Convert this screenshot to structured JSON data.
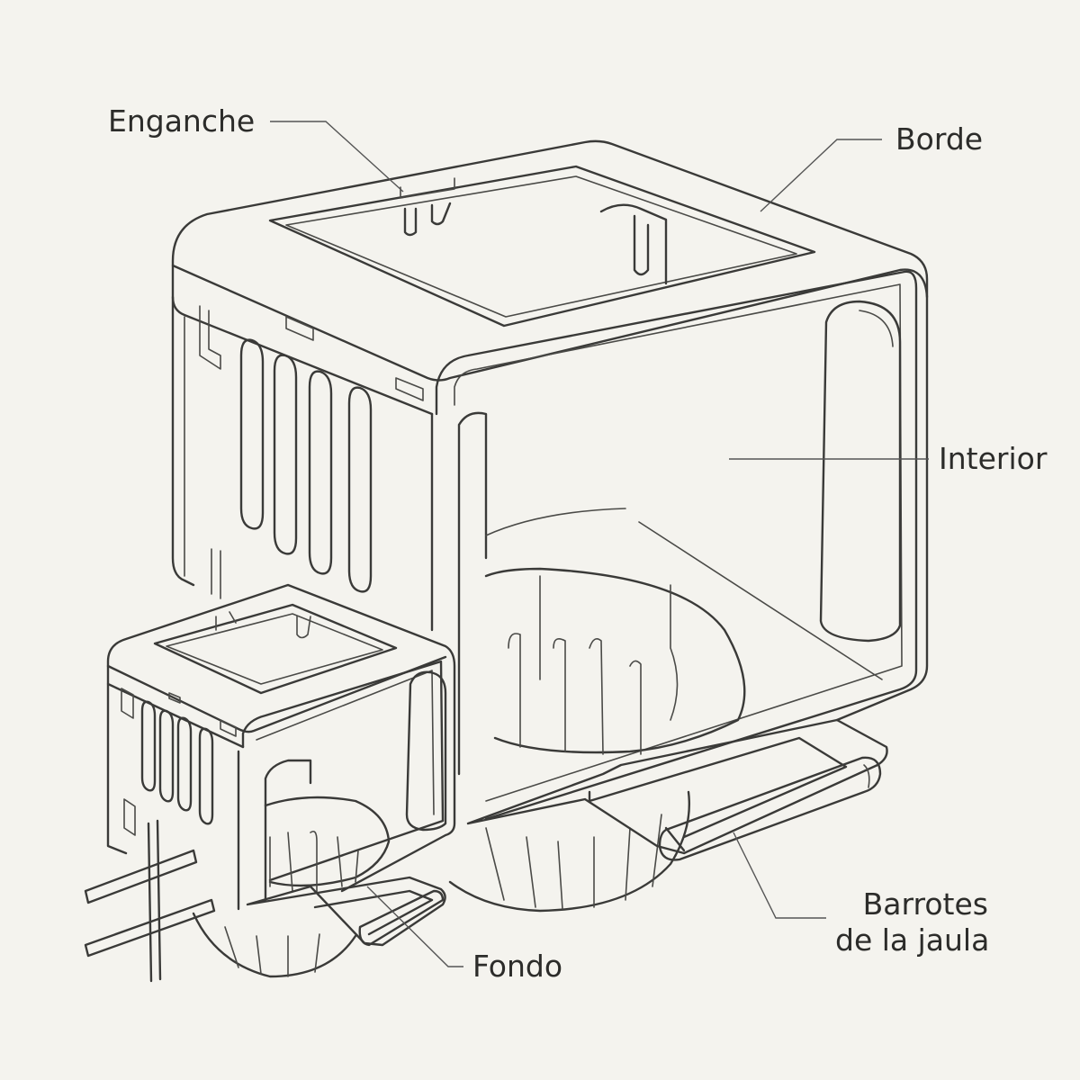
{
  "labels": {
    "hook": "Enganche",
    "rim": "Borde",
    "interior": "Interior",
    "bars_line1": "Barrotes",
    "bars_line2": "de la jaula",
    "bottom": "Fondo"
  },
  "colors": {
    "background": "#f4f3ee",
    "line": "#3a3a38",
    "text": "#2c2c2a"
  }
}
